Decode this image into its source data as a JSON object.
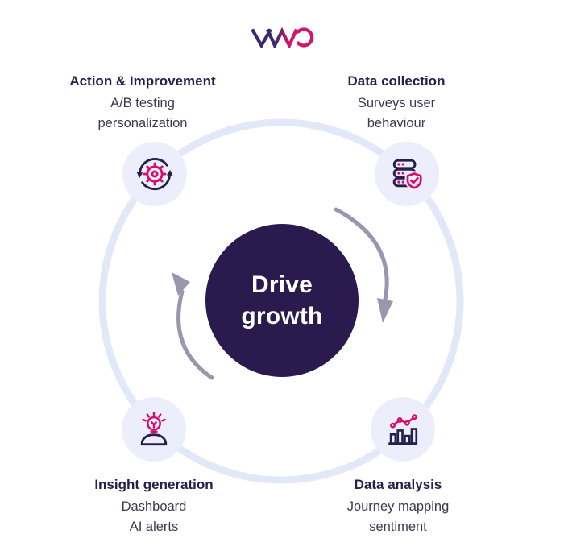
{
  "logo": {
    "text": "VWO"
  },
  "center_circle": {
    "line1": "Drive",
    "line2": "growth"
  },
  "stages": [
    {
      "id": "action-improvement",
      "title": "Action & Improvement",
      "line1": "A/B testing",
      "line2": "personalization",
      "icon": "sync-gear-icon"
    },
    {
      "id": "data-collection",
      "title": "Data collection",
      "line1": "Surveys user",
      "line2": "behaviour",
      "icon": "database-shield-icon"
    },
    {
      "id": "insight-generation",
      "title": "Insight generation",
      "line1": "Dashboard",
      "line2": "AI alerts",
      "icon": "lightbulb-person-icon"
    },
    {
      "id": "data-analysis",
      "title": "Data analysis",
      "line1": "Journey mapping",
      "line2": "sentiment",
      "icon": "bar-chart-trend-icon"
    }
  ],
  "colors": {
    "brand_navy": "#2a1a4e",
    "brand_pink": "#d70d6e",
    "icon_navy": "#261f4b",
    "ring": "#e3e8f8",
    "icon_circle_bg": "#eceefb",
    "arrow_gray": "#9a96ac",
    "title_text": "#261f4b",
    "subtitle_text": "#3e3852",
    "background": "#ffffff"
  }
}
